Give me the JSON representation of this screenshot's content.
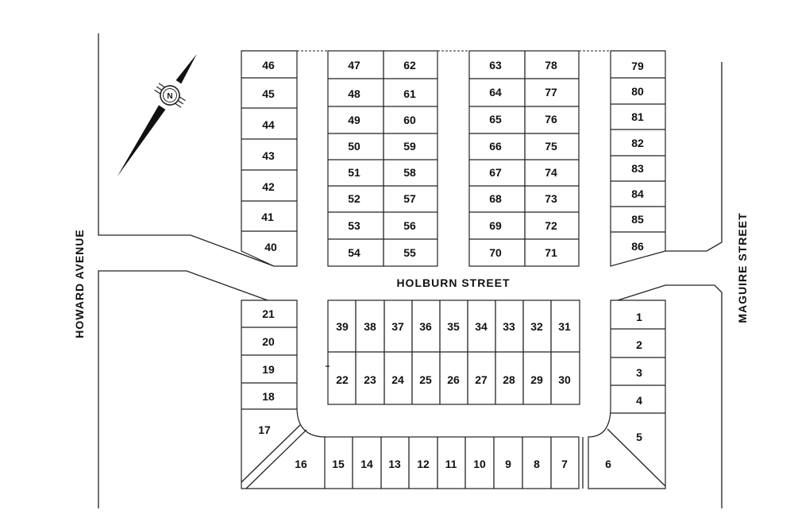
{
  "streets": {
    "west": "HOWARD AVENUE",
    "middle": "HOLBURN STREET",
    "east": "MAGUIRE STREET"
  },
  "compass": {
    "icon": "north-arrow-icon",
    "label": "N"
  },
  "lots": {
    "top_west_column": [
      "46",
      "45",
      "44",
      "43",
      "42",
      "41",
      "40"
    ],
    "top_block_a_left": [
      "47",
      "48",
      "49",
      "50",
      "51",
      "52",
      "53",
      "54"
    ],
    "top_block_a_right": [
      "62",
      "61",
      "60",
      "59",
      "58",
      "57",
      "56",
      "55"
    ],
    "top_block_b_left": [
      "63",
      "64",
      "65",
      "66",
      "67",
      "68",
      "69",
      "70"
    ],
    "top_block_b_right": [
      "78",
      "77",
      "76",
      "75",
      "74",
      "73",
      "72",
      "71"
    ],
    "top_east_column": [
      "79",
      "80",
      "81",
      "82",
      "83",
      "84",
      "85",
      "86"
    ],
    "bottom_west_column": [
      "21",
      "20",
      "19",
      "18",
      "17",
      "16"
    ],
    "central_upper_row": [
      "39",
      "38",
      "37",
      "36",
      "35",
      "34",
      "33",
      "32",
      "31"
    ],
    "central_lower_row": [
      "22",
      "23",
      "24",
      "25",
      "26",
      "27",
      "28",
      "29",
      "30"
    ],
    "bottom_row": [
      "15",
      "14",
      "13",
      "12",
      "11",
      "10",
      "9",
      "8",
      "7"
    ],
    "bottom_east_column": [
      "1",
      "2",
      "3",
      "4",
      "5",
      "6"
    ]
  }
}
